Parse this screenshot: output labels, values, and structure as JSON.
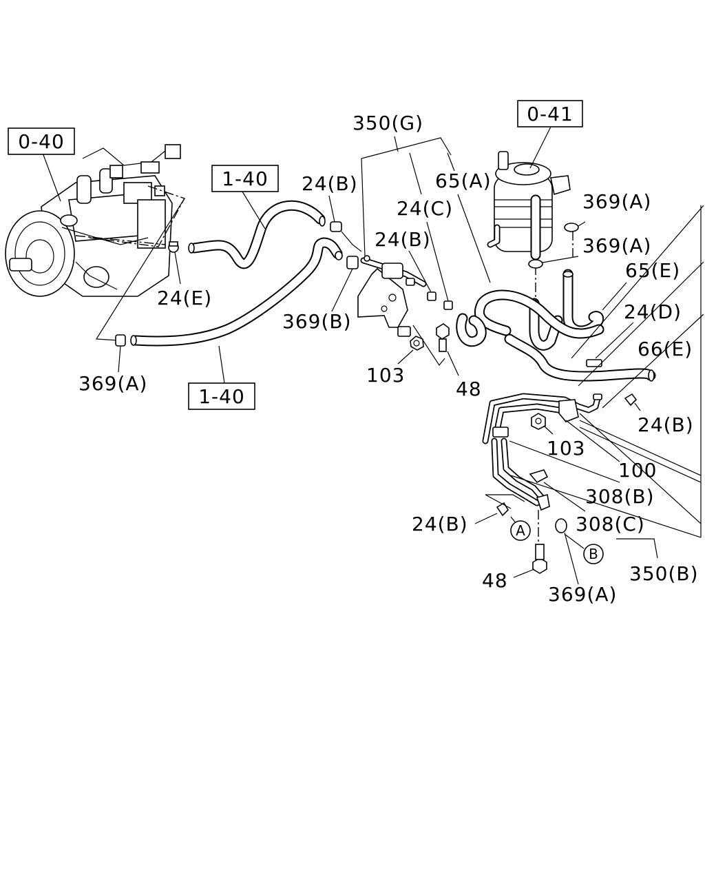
{
  "ref_boxes": [
    {
      "id": "0-40",
      "text": "0-40"
    },
    {
      "id": "0-41",
      "text": "0-41"
    },
    {
      "id": "1-40a",
      "text": "1-40"
    },
    {
      "id": "1-40b",
      "text": "1-40"
    }
  ],
  "callouts": [
    {
      "id": "350G",
      "text": "350(G)"
    },
    {
      "id": "24B-top",
      "text": "24(B)"
    },
    {
      "id": "65A",
      "text": "65(A)"
    },
    {
      "id": "24C",
      "text": "24(C)"
    },
    {
      "id": "24B-mid",
      "text": "24(B)"
    },
    {
      "id": "369A-top",
      "text": "369(A)"
    },
    {
      "id": "369A-mid",
      "text": "369(A)"
    },
    {
      "id": "65E",
      "text": "65(E)"
    },
    {
      "id": "24D",
      "text": "24(D)"
    },
    {
      "id": "66E",
      "text": "66(E)"
    },
    {
      "id": "24E",
      "text": "24(E)"
    },
    {
      "id": "369B",
      "text": "369(B)"
    },
    {
      "id": "369A-left",
      "text": "369(A)"
    },
    {
      "id": "103-left",
      "text": "103"
    },
    {
      "id": "48-top",
      "text": "48"
    },
    {
      "id": "24B-right",
      "text": "24(B)"
    },
    {
      "id": "103-right",
      "text": "103"
    },
    {
      "id": "100",
      "text": "100"
    },
    {
      "id": "308B",
      "text": "308(B)"
    },
    {
      "id": "308C",
      "text": "308(C)"
    },
    {
      "id": "24B-bottom",
      "text": "24(B)"
    },
    {
      "id": "350B",
      "text": "350(B)"
    },
    {
      "id": "48-bottom",
      "text": "48"
    },
    {
      "id": "369A-bottom",
      "text": "369(A)"
    }
  ],
  "markers": [
    {
      "id": "A",
      "text": "A"
    },
    {
      "id": "B",
      "text": "B"
    }
  ]
}
